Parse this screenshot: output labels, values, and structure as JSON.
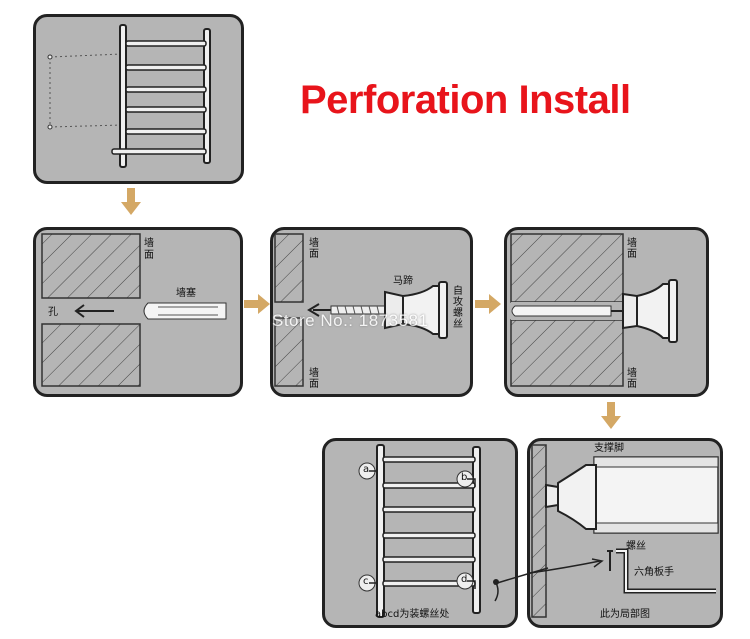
{
  "title": "Perforation Install",
  "colors": {
    "title": "#e8141b",
    "arrow": "#d4a865",
    "panel_bg": "#b5b5b5",
    "border": "#222222"
  },
  "panel2": {
    "wall_top": "墙",
    "wall_bottom": "面",
    "hole": "孔",
    "anchor": "墙塞"
  },
  "panel3": {
    "wall_top": "墙面",
    "wall_bottom": "墙面",
    "bracket": "马蹄",
    "screw": "自攻螺丝"
  },
  "panel4": {
    "wall_top": "墙面",
    "wall_bottom": "墙面"
  },
  "panel5": {
    "points": [
      "a",
      "b",
      "c",
      "d"
    ],
    "caption": "abcd为装螺丝处"
  },
  "panel6": {
    "support": "支撑脚",
    "screw": "螺丝",
    "hex_key": "六角板手",
    "caption": "此为局部图"
  },
  "watermark": "Store No.: 1873581"
}
